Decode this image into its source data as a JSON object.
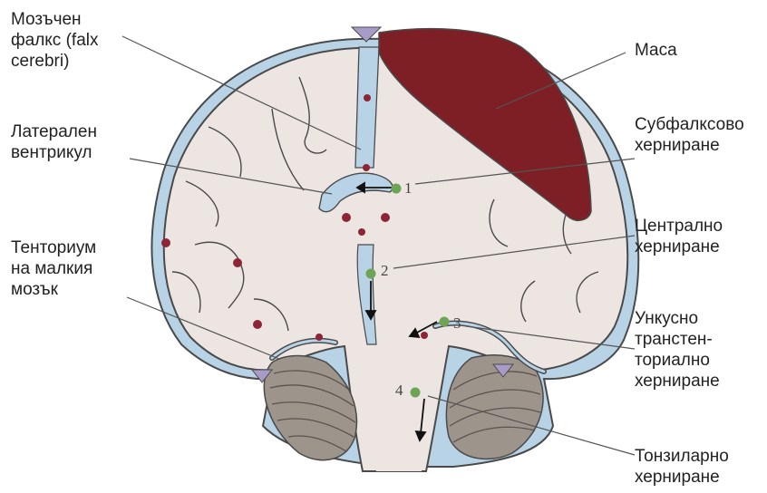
{
  "labels": {
    "falx": "Мозъчен\nфалкс (falx\ncerebri)",
    "ventricle": "Латерален\nвентрикул",
    "tentorium": "Тенториум\nна малкия\nмозък",
    "mass": "Маса",
    "subfalcine": "Субфалксово\nхерниране",
    "central": "Централно\nхерниране",
    "uncal": "Ункусно\nтранстен-\nториално\nхерниране",
    "tonsillar": "Тонзиларно\nхерниране"
  },
  "markers": [
    "1",
    "2",
    "3",
    "4"
  ],
  "colors": {
    "brain": "#ece5e1",
    "outline": "#4a4a4a",
    "meninges": "#b9d3e6",
    "mass": "#7d1f24",
    "marker": "#6fa356",
    "cerebellum": "#9d948c",
    "vessel": "#8e2536",
    "sinus": "#a99bc7"
  }
}
